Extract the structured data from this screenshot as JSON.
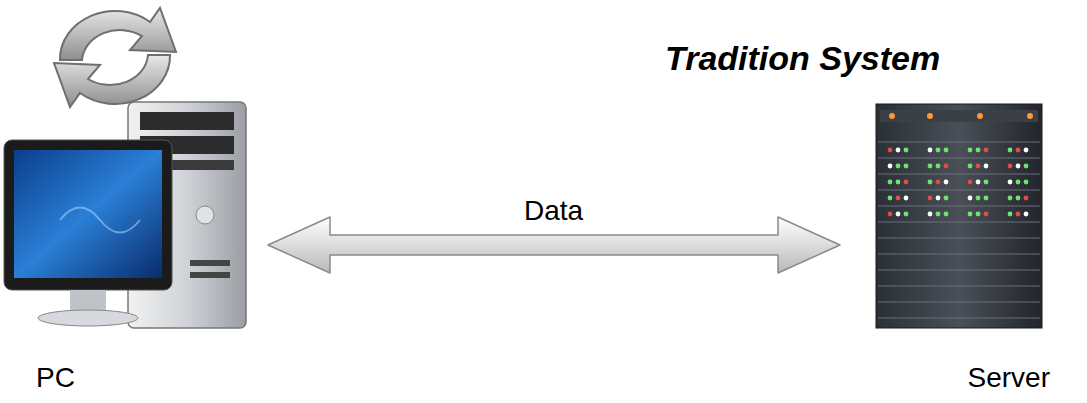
{
  "diagram": {
    "title": "Tradition System",
    "nodes": [
      {
        "text": [
          "PC"
        ]
      },
      {
        "text": [
          "Server"
        ]
      }
    ],
    "edges": [
      {
        "from": 0,
        "to": 1,
        "label": "Data",
        "arrow": "both"
      }
    ]
  }
}
